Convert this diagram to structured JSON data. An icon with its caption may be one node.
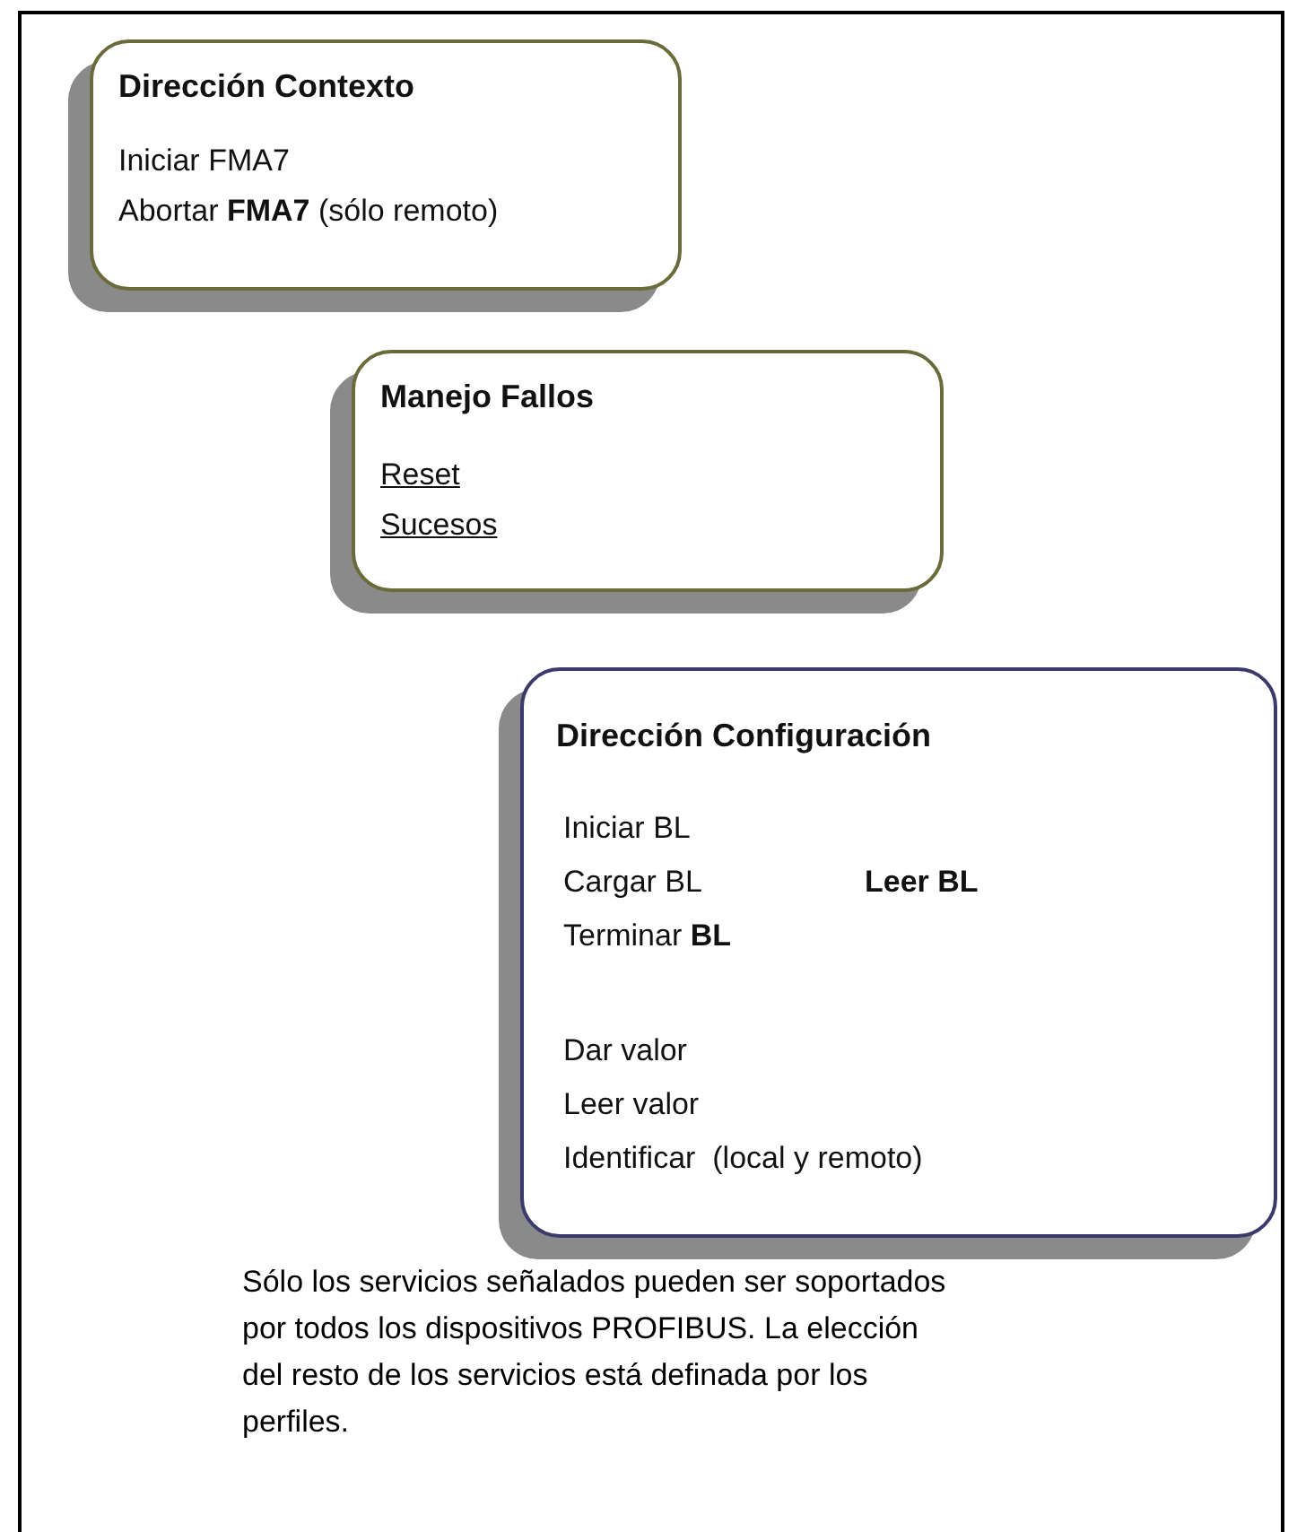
{
  "diagram": {
    "nodes": [
      {
        "text": [
          "Dirección Contexto",
          "Iniciar FMA7",
          "Abortar **FMA7** (sólo remoto)"
        ]
      },
      {
        "text": [
          "Manejo Fallos",
          "Reset",
          "Sucesos"
        ]
      },
      {
        "text": [
          "Dirección Configuración",
          "Iniciar BL",
          "Cargar BL",
          "**Leer BL**",
          "Terminar **BL**",
          "Dar valor",
          "Leer valor",
          "Identificar  (local y remoto)"
        ]
      }
    ],
    "labels": [
      "Sólo los servicios señalados pueden ser soportados por todos los dispositivos PROFIBUS. La elección del resto de los servicios está definada por los perfiles."
    ]
  }
}
